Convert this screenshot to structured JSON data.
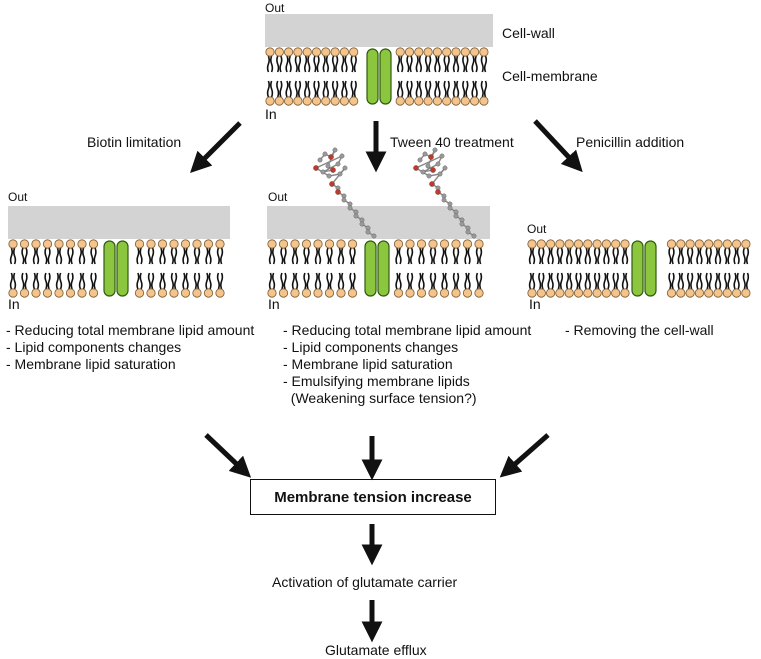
{
  "top": {
    "out_label": "Out",
    "in_label": "In",
    "cell_wall_label": "Cell-wall",
    "cell_membrane_label": "Cell-membrane"
  },
  "treatments": {
    "biotin": "Biotin limitation",
    "tween": "Tween 40 treatment",
    "penicillin": "Penicillin addition"
  },
  "panels": {
    "left": {
      "out_label": "Out",
      "in_label": "In",
      "effects": [
        "- Reducing total membrane lipid amount",
        "- Lipid components changes",
        "- Membrane lipid saturation"
      ]
    },
    "middle": {
      "out_label": "Out",
      "in_label": "In",
      "effects": [
        "- Reducing total membrane lipid amount",
        "- Lipid components changes",
        "- Membrane lipid saturation",
        "- Emulsifying membrane lipids",
        "  (Weakening surface tension?)"
      ]
    },
    "right": {
      "out_label": "Out",
      "in_label": "In",
      "effects": [
        "- Removing the cell-wall"
      ]
    }
  },
  "outcome": {
    "box_label": "Membrane tension increase",
    "step2": "Activation of glutamate carrier",
    "step3": "Glutamate efflux"
  },
  "colors": {
    "cell_wall": "#d3d3d3",
    "lipid_head": "#f5c48c",
    "lipid_head_outline": "#7a5a30",
    "channel": "#8cc63f",
    "channel_outline": "#2f5a12",
    "arrow": "#111111"
  }
}
